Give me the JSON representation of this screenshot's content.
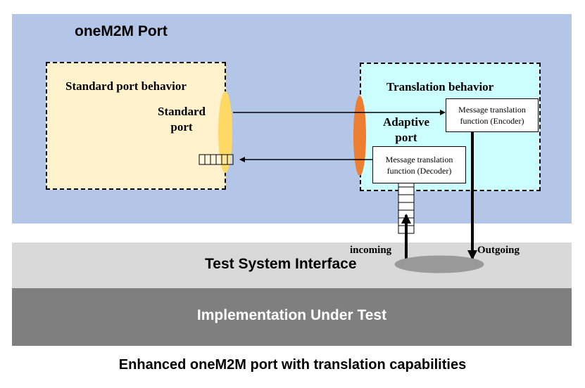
{
  "port": {
    "title": "oneM2M Port"
  },
  "standard_behavior": {
    "title": "Standard port behavior",
    "port_label": "Standard port"
  },
  "translation_behavior": {
    "title": "Translation behavior",
    "port_label": "Adaptive port"
  },
  "encoder": {
    "label": "Message translation function (Encoder)"
  },
  "decoder": {
    "label": "Message translation function (Decoder)"
  },
  "test_system_interface": {
    "label": "Test System Interface"
  },
  "iut": {
    "label": "Implementation Under Test"
  },
  "flows": {
    "incoming": "incoming",
    "outgoing": "Outgoing"
  },
  "caption": "Enhanced oneM2M port with translation capabilities",
  "colors": {
    "port_panel": "#b4c6e7",
    "standard_box": "#fff2cc",
    "translation_box": "#ccffff",
    "standard_port": "#ffd966",
    "adaptive_port": "#ed7d31",
    "tsi_band": "#d9d9d9",
    "iut_band": "#7f7f7f"
  }
}
